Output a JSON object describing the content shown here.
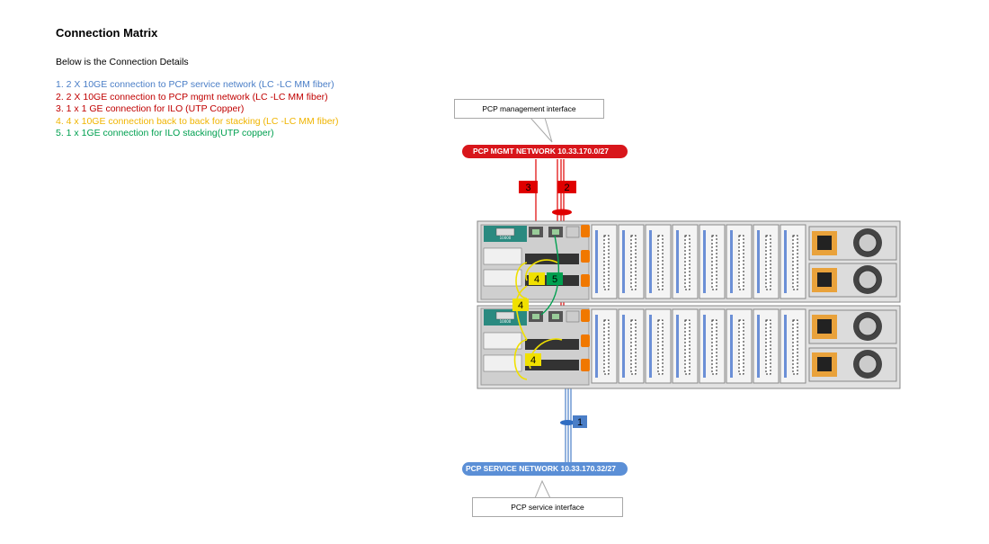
{
  "page": {
    "title": "Connection Matrix",
    "subtitle": "Below is the Connection Details"
  },
  "legend": [
    {
      "text": "1. 2 X 10GE connection to PCP service network (LC -LC MM fiber)",
      "color": "#4a7ec7"
    },
    {
      "text": "2. 2 X 10GE connection to PCP mgmt network (LC -LC MM fiber)",
      "color": "#c00000"
    },
    {
      "text": "3. 1 x 1 GE connection for ILO (UTP Copper)",
      "color": "#c00000"
    },
    {
      "text": "4. 4 x 10GE connection back to back for stacking (LC -LC MM fiber)",
      "color": "#f0b400"
    },
    {
      "text": "5. 1 x 1GE connection for ILO stacking(UTP copper)",
      "color": "#00a050"
    }
  ],
  "callouts": {
    "mgmt_interface": "PCP management interface",
    "service_interface": "PCP service interface"
  },
  "networks": {
    "mgmt": {
      "label": "PCP MGMT NETWORK 10.33.170.0/27",
      "color": "#d8161b"
    },
    "service": {
      "label": "PCP SERVICE NETWORK 10.33.170.32/27",
      "color": "#5b8fd6"
    }
  },
  "link_labels": {
    "l1": "1",
    "l2": "2",
    "l3": "3",
    "l4a": "4",
    "l4b": "4",
    "l4c": "4",
    "l5": "5"
  },
  "server": {
    "module_badge": "10000"
  },
  "colors": {
    "service": "#4a7ec7",
    "mgmt": "#e00000",
    "stacking": "#f0e000",
    "ilo_stack": "#00a050",
    "chassis": "#d9d9d9",
    "teal": "#2a8a80"
  }
}
